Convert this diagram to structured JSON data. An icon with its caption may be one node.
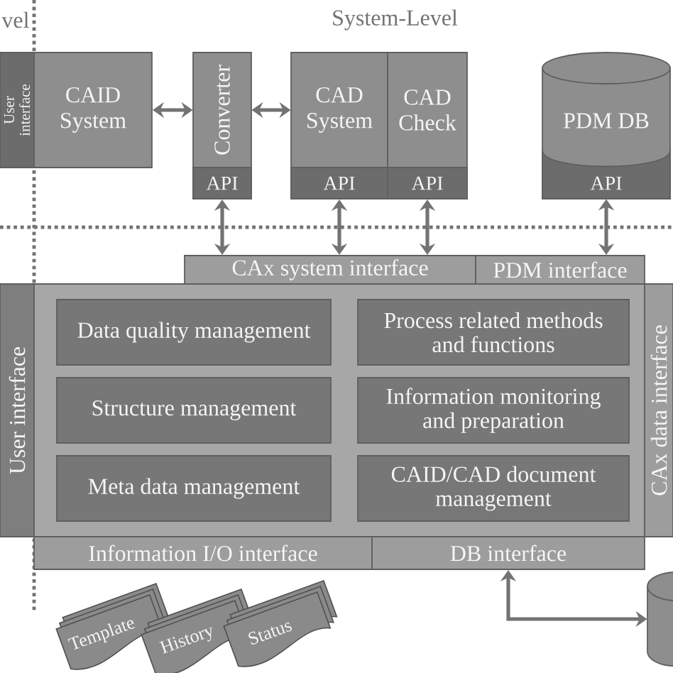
{
  "diagram": {
    "nodes": [
      {
        "text": [
          "User interface"
        ]
      },
      {
        "text": [
          "CAID System"
        ]
      },
      {
        "text": [
          "Converter"
        ]
      },
      {
        "text": [
          "API"
        ],
        "in": 2
      },
      {
        "text": [
          "CAD System"
        ]
      },
      {
        "text": [
          "API"
        ],
        "in": 4
      },
      {
        "text": [
          "CAD Check"
        ]
      },
      {
        "text": [
          "API"
        ],
        "in": 6
      },
      {
        "text": [
          "PDM DB"
        ]
      },
      {
        "text": [
          "API"
        ],
        "in": 8
      },
      {
        "text": [
          "CAx system interface"
        ]
      },
      {
        "text": [
          "PDM interface"
        ]
      },
      {
        "text": [
          "User interface"
        ]
      },
      {
        "text": [],
        "shape": "box"
      },
      {
        "text": [
          "Data quality management"
        ],
        "in": 13
      },
      {
        "text": [
          "Process related methods and functions"
        ],
        "in": 13
      },
      {
        "text": [
          "Structure management"
        ],
        "in": 13
      },
      {
        "text": [
          "Information monitoring and preparation"
        ],
        "in": 13
      },
      {
        "text": [
          "Meta data management"
        ],
        "in": 13
      },
      {
        "text": [
          "CAID/CAD document management"
        ],
        "in": 13
      },
      {
        "text": [
          "CAx data interface"
        ]
      },
      {
        "text": [
          "Information I/O interface"
        ]
      },
      {
        "text": [
          "DB interface"
        ]
      },
      {
        "text": [
          "Template"
        ]
      },
      {
        "text": [
          "History"
        ]
      },
      {
        "text": [
          "Status"
        ]
      },
      {
        "text": [],
        "shape": "cylinder"
      }
    ],
    "edges": [
      {
        "from": 1,
        "to": 2,
        "arrow": "both"
      },
      {
        "from": 2,
        "to": 4,
        "arrow": "both"
      },
      {
        "from": 3,
        "to": 10,
        "arrow": "both"
      },
      {
        "from": 5,
        "to": 10,
        "arrow": "both"
      },
      {
        "from": 7,
        "to": 10,
        "arrow": "both"
      },
      {
        "from": 9,
        "to": 11,
        "arrow": "both"
      },
      {
        "from": 22,
        "to": 26,
        "arrow": "both"
      }
    ],
    "labels": [
      "vel",
      "System-Level"
    ]
  }
}
